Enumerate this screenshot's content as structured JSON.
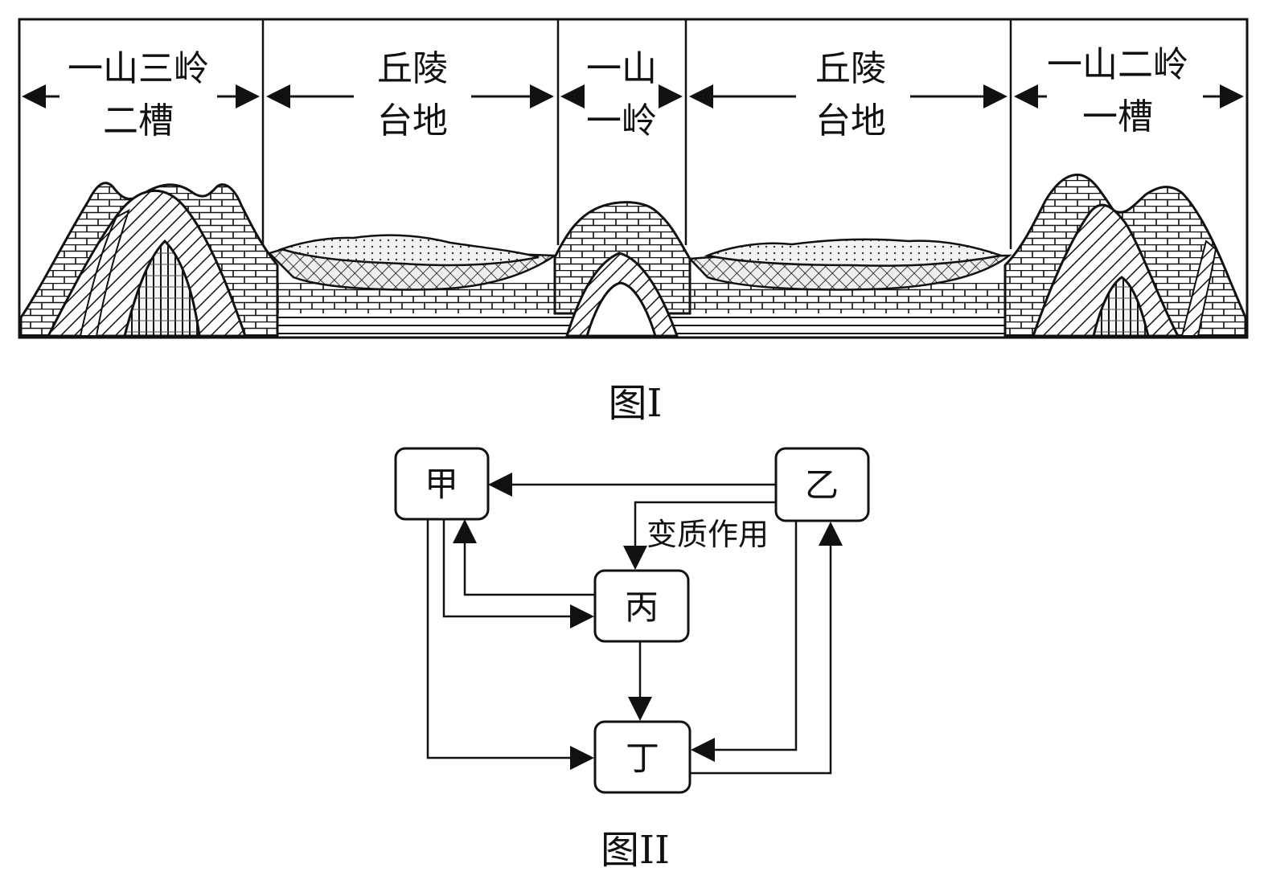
{
  "figure1": {
    "caption": "图I",
    "zones": [
      {
        "line1": "一山三岭",
        "line2": "二槽"
      },
      {
        "line1": "丘陵",
        "line2": "台地"
      },
      {
        "line1": "一山",
        "line2": "一岭"
      },
      {
        "line1": "丘陵",
        "line2": "台地"
      },
      {
        "line1": "一山二岭",
        "line2": "一槽"
      }
    ]
  },
  "figure2": {
    "caption": "图II",
    "nodes": {
      "jia": "甲",
      "yi": "乙",
      "bing": "丙",
      "ding": "丁"
    },
    "edge_label": "变质作用"
  }
}
